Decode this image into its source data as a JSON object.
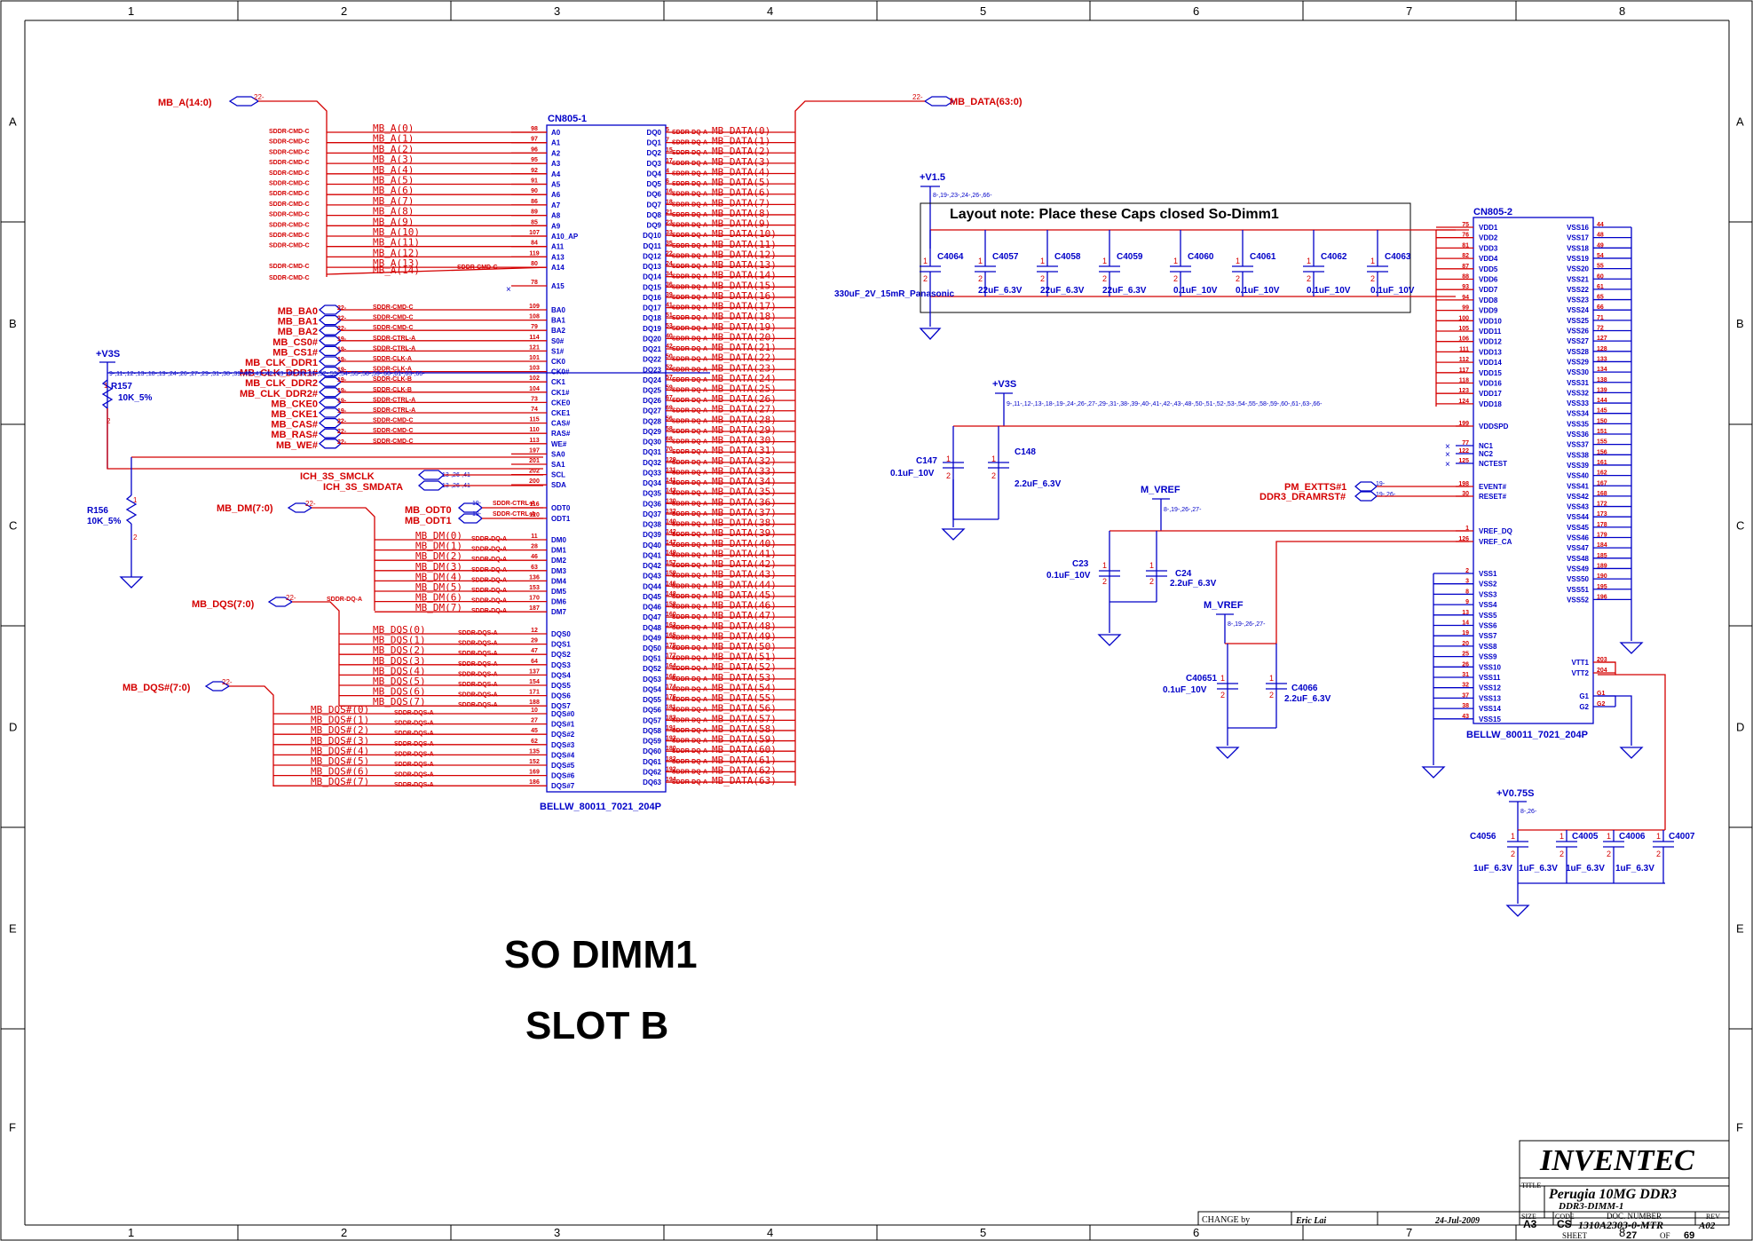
{
  "frame": {
    "columns": [
      "1",
      "2",
      "3",
      "4",
      "5",
      "6",
      "7",
      "8"
    ],
    "rows": [
      "A",
      "B",
      "C",
      "D",
      "E",
      "F"
    ]
  },
  "cn805_1": {
    "ref": "CN805-1",
    "part": "BELLW_80011_7021_204P",
    "left_pins": [
      {
        "num": "98",
        "name": "A0"
      },
      {
        "num": "97",
        "name": "A1"
      },
      {
        "num": "96",
        "name": "A2"
      },
      {
        "num": "95",
        "name": "A3"
      },
      {
        "num": "92",
        "name": "A4"
      },
      {
        "num": "91",
        "name": "A5"
      },
      {
        "num": "90",
        "name": "A6"
      },
      {
        "num": "86",
        "name": "A7"
      },
      {
        "num": "89",
        "name": "A8"
      },
      {
        "num": "85",
        "name": "A9"
      },
      {
        "num": "107",
        "name": "A10_AP"
      },
      {
        "num": "84",
        "name": "A11"
      },
      {
        "num": "119",
        "name": "A13"
      },
      {
        "num": "80",
        "name": "A14"
      },
      {
        "num": "78",
        "name": "A15"
      },
      {
        "num": "109",
        "name": "BA0"
      },
      {
        "num": "108",
        "name": "BA1"
      },
      {
        "num": "79",
        "name": "BA2"
      },
      {
        "num": "114",
        "name": "S0#"
      },
      {
        "num": "121",
        "name": "S1#"
      },
      {
        "num": "101",
        "name": "CK0"
      },
      {
        "num": "103",
        "name": "CK0#"
      },
      {
        "num": "102",
        "name": "CK1"
      },
      {
        "num": "104",
        "name": "CK1#"
      },
      {
        "num": "73",
        "name": "CKE0"
      },
      {
        "num": "74",
        "name": "CKE1"
      },
      {
        "num": "115",
        "name": "CAS#"
      },
      {
        "num": "110",
        "name": "RAS#"
      },
      {
        "num": "113",
        "name": "WE#"
      },
      {
        "num": "197",
        "name": "SA0"
      },
      {
        "num": "201",
        "name": "SA1"
      },
      {
        "num": "202",
        "name": "SCL"
      },
      {
        "num": "200",
        "name": "SDA"
      },
      {
        "num": "116",
        "name": "ODT0"
      },
      {
        "num": "120",
        "name": "ODT1"
      },
      {
        "num": "11",
        "name": "DM0"
      },
      {
        "num": "28",
        "name": "DM1"
      },
      {
        "num": "46",
        "name": "DM2"
      },
      {
        "num": "63",
        "name": "DM3"
      },
      {
        "num": "136",
        "name": "DM4"
      },
      {
        "num": "153",
        "name": "DM5"
      },
      {
        "num": "170",
        "name": "DM6"
      },
      {
        "num": "187",
        "name": "DM7"
      },
      {
        "num": "12",
        "name": "DQS0"
      },
      {
        "num": "29",
        "name": "DQS1"
      },
      {
        "num": "47",
        "name": "DQS2"
      },
      {
        "num": "64",
        "name": "DQS3"
      },
      {
        "num": "137",
        "name": "DQS4"
      },
      {
        "num": "154",
        "name": "DQS5"
      },
      {
        "num": "171",
        "name": "DQS6"
      },
      {
        "num": "188",
        "name": "DQS7"
      },
      {
        "num": "10",
        "name": "DQS#0"
      },
      {
        "num": "27",
        "name": "DQS#1"
      },
      {
        "num": "45",
        "name": "DQS#2"
      },
      {
        "num": "62",
        "name": "DQS#3"
      },
      {
        "num": "135",
        "name": "DQS#4"
      },
      {
        "num": "152",
        "name": "DQS#5"
      },
      {
        "num": "169",
        "name": "DQS#6"
      },
      {
        "num": "186",
        "name": "DQS#7"
      }
    ],
    "right_pins": [
      {
        "num": "5",
        "name": "DQ0"
      },
      {
        "num": "7",
        "name": "DQ1"
      },
      {
        "num": "15",
        "name": "DQ2"
      },
      {
        "num": "17",
        "name": "DQ3"
      },
      {
        "num": "4",
        "name": "DQ4"
      },
      {
        "num": "6",
        "name": "DQ5"
      },
      {
        "num": "16",
        "name": "DQ6"
      },
      {
        "num": "18",
        "name": "DQ7"
      },
      {
        "num": "21",
        "name": "DQ8"
      },
      {
        "num": "23",
        "name": "DQ9"
      },
      {
        "num": "33",
        "name": "DQ10"
      },
      {
        "num": "35",
        "name": "DQ11"
      },
      {
        "num": "22",
        "name": "DQ12"
      },
      {
        "num": "24",
        "name": "DQ13"
      },
      {
        "num": "34",
        "name": "DQ14"
      },
      {
        "num": "36",
        "name": "DQ15"
      },
      {
        "num": "39",
        "name": "DQ16"
      },
      {
        "num": "41",
        "name": "DQ17"
      },
      {
        "num": "51",
        "name": "DQ18"
      },
      {
        "num": "53",
        "name": "DQ19"
      },
      {
        "num": "40",
        "name": "DQ20"
      },
      {
        "num": "42",
        "name": "DQ21"
      },
      {
        "num": "50",
        "name": "DQ22"
      },
      {
        "num": "52",
        "name": "DQ23"
      },
      {
        "num": "57",
        "name": "DQ24"
      },
      {
        "num": "59",
        "name": "DQ25"
      },
      {
        "num": "67",
        "name": "DQ26"
      },
      {
        "num": "69",
        "name": "DQ27"
      },
      {
        "num": "56",
        "name": "DQ28"
      },
      {
        "num": "58",
        "name": "DQ29"
      },
      {
        "num": "68",
        "name": "DQ30"
      },
      {
        "num": "70",
        "name": "DQ31"
      },
      {
        "num": "129",
        "name": "DQ32"
      },
      {
        "num": "131",
        "name": "DQ33"
      },
      {
        "num": "141",
        "name": "DQ34"
      },
      {
        "num": "143",
        "name": "DQ35"
      },
      {
        "num": "130",
        "name": "DQ36"
      },
      {
        "num": "132",
        "name": "DQ37"
      },
      {
        "num": "140",
        "name": "DQ38"
      },
      {
        "num": "142",
        "name": "DQ39"
      },
      {
        "num": "147",
        "name": "DQ40"
      },
      {
        "num": "149",
        "name": "DQ41"
      },
      {
        "num": "157",
        "name": "DQ42"
      },
      {
        "num": "159",
        "name": "DQ43"
      },
      {
        "num": "146",
        "name": "DQ44"
      },
      {
        "num": "148",
        "name": "DQ45"
      },
      {
        "num": "158",
        "name": "DQ46"
      },
      {
        "num": "160",
        "name": "DQ47"
      },
      {
        "num": "163",
        "name": "DQ48"
      },
      {
        "num": "165",
        "name": "DQ49"
      },
      {
        "num": "175",
        "name": "DQ50"
      },
      {
        "num": "177",
        "name": "DQ51"
      },
      {
        "num": "164",
        "name": "DQ52"
      },
      {
        "num": "166",
        "name": "DQ53"
      },
      {
        "num": "174",
        "name": "DQ54"
      },
      {
        "num": "176",
        "name": "DQ55"
      },
      {
        "num": "181",
        "name": "DQ56"
      },
      {
        "num": "183",
        "name": "DQ57"
      },
      {
        "num": "191",
        "name": "DQ58"
      },
      {
        "num": "193",
        "name": "DQ59"
      },
      {
        "num": "180",
        "name": "DQ60"
      },
      {
        "num": "182",
        "name": "DQ61"
      },
      {
        "num": "192",
        "name": "DQ62"
      },
      {
        "num": "194",
        "name": "DQ63"
      }
    ],
    "addr_nets": [
      "MB_A(0)",
      "MB_A(1)",
      "MB_A(2)",
      "MB_A(3)",
      "MB_A(4)",
      "MB_A(5)",
      "MB_A(6)",
      "MB_A(7)",
      "MB_A(8)",
      "MB_A(9)",
      "MB_A(10)",
      "MB_A(11)",
      "MB_A(12)",
      "MB_A(13)",
      "MB_A(14)"
    ],
    "data_nets": [
      "MB_DATA(0)",
      "MB_DATA(1)",
      "MB_DATA(2)",
      "MB_DATA(3)",
      "MB_DATA(4)",
      "MB_DATA(5)",
      "MB_DATA(6)",
      "MB_DATA(7)",
      "MB_DATA(8)",
      "MB_DATA(9)",
      "MB_DATA(10)",
      "MB_DATA(11)",
      "MB_DATA(12)",
      "MB_DATA(13)",
      "MB_DATA(14)",
      "MB_DATA(15)",
      "MB_DATA(16)",
      "MB_DATA(17)",
      "MB_DATA(18)",
      "MB_DATA(19)",
      "MB_DATA(20)",
      "MB_DATA(21)",
      "MB_DATA(22)",
      "MB_DATA(23)",
      "MB_DATA(24)",
      "MB_DATA(25)",
      "MB_DATA(26)",
      "MB_DATA(27)",
      "MB_DATA(28)",
      "MB_DATA(29)",
      "MB_DATA(30)",
      "MB_DATA(31)",
      "MB_DATA(32)",
      "MB_DATA(33)",
      "MB_DATA(34)",
      "MB_DATA(35)",
      "MB_DATA(36)",
      "MB_DATA(37)",
      "MB_DATA(38)",
      "MB_DATA(39)",
      "MB_DATA(40)",
      "MB_DATA(41)",
      "MB_DATA(42)",
      "MB_DATA(43)",
      "MB_DATA(44)",
      "MB_DATA(45)",
      "MB_DATA(46)",
      "MB_DATA(47)",
      "MB_DATA(48)",
      "MB_DATA(49)",
      "MB_DATA(50)",
      "MB_DATA(51)",
      "MB_DATA(52)",
      "MB_DATA(53)",
      "MB_DATA(54)",
      "MB_DATA(55)",
      "MB_DATA(56)",
      "MB_DATA(57)",
      "MB_DATA(58)",
      "MB_DATA(59)",
      "MB_DATA(60)",
      "MB_DATA(61)",
      "MB_DATA(62)",
      "MB_DATA(63)"
    ],
    "dm_nets": [
      "MB_DM(0)",
      "MB_DM(1)",
      "MB_DM(2)",
      "MB_DM(3)",
      "MB_DM(4)",
      "MB_DM(5)",
      "MB_DM(6)",
      "MB_DM(7)"
    ],
    "dqs_nets": [
      "MB_DQS(0)",
      "MB_DQS(1)",
      "MB_DQS(2)",
      "MB_DQS(3)",
      "MB_DQS(4)",
      "MB_DQS(5)",
      "MB_DQS(6)",
      "MB_DQS(7)"
    ],
    "dqsn_nets": [
      "MB_DQS#(0)",
      "MB_DQS#(1)",
      "MB_DQS#(2)",
      "MB_DQS#(3)",
      "MB_DQS#(4)",
      "MB_DQS#(5)",
      "MB_DQS#(6)",
      "MB_DQS#(7)"
    ],
    "cmd_ports": [
      "MB_BA0",
      "MB_BA1",
      "MB_BA2",
      "MB_CS0#",
      "MB_CS1#",
      "MB_CLK_DDR1",
      "MB_CLK_DDR1#",
      "MB_CLK_DDR2",
      "MB_CLK_DDR2#",
      "MB_CKE0",
      "MB_CKE1",
      "MB_CAS#",
      "MB_RAS#",
      "MB_WE#"
    ],
    "cmd_refs": [
      "22-",
      "22-",
      "22-",
      "19-",
      "19-",
      "19-",
      "19-",
      "19-",
      "19-",
      "19-",
      "19-",
      "22-",
      "22-",
      "22-"
    ],
    "cmd_classes": [
      "SDDR-CMD-C",
      "SDDR-CMD-C",
      "SDDR-CMD-C",
      "SDDR-CTRL-A",
      "SDDR-CTRL-A",
      "SDDR-CLK-A",
      "SDDR-CLK-A",
      "SDDR-CLK-B",
      "SDDR-CLK-B",
      "SDDR-CTRL-A",
      "SDDR-CTRL-A",
      "SDDR-CMD-C",
      "SDDR-CMD-C",
      "SDDR-CMD-C"
    ],
    "class_cmd": "SDDR-CMD-C",
    "class_dq": "SDDR-DQ-A",
    "class_dqs": "SDDR-DQS-A",
    "class_ctrl": "SDDR-CTRL-A"
  },
  "buses": {
    "addr": {
      "name": "MB_A(14:0)",
      "ref": "22-"
    },
    "data": {
      "name": "MB_DATA(63:0)",
      "ref": "22-"
    },
    "dm": {
      "name": "MB_DM(7:0)",
      "ref": "22-"
    },
    "dqs": {
      "name": "MB_DQS(7:0)",
      "ref": "22-"
    },
    "dqsn": {
      "name": "MB_DQS#(7:0)",
      "ref": "22-"
    },
    "smclk": {
      "name": "ICH_3S_SMCLK",
      "ref": "13-,26-,41-"
    },
    "smdata": {
      "name": "ICH_3S_SMDATA",
      "ref": "13-,26-,41-"
    },
    "odt0": {
      "name": "MB_ODT0",
      "ref": "19-"
    },
    "odt1": {
      "name": "MB_ODT1",
      "ref": "19-"
    }
  },
  "v3s_left": {
    "name": "+V3S",
    "ref": "9-,11-,12-,13-,18-,19-,24-,26-,27-,29-,31-,38-,39-,40-,41-,42-,43-,48-,50-,51-,52-,53-,54-,55-,58-,59-,60-,61-,63-,66-"
  },
  "r157": {
    "ref": "R157",
    "val": "10K_5%",
    "p1": "1",
    "p2": "2"
  },
  "r156": {
    "ref": "R156",
    "val": "10K_5%",
    "p1": "1",
    "p2": "2"
  },
  "v15": {
    "name": "+V1.5",
    "ref": "8-,19-,23-,24-,26-,66-"
  },
  "layout_note": "Layout note: Place these Caps closed So-Dimm1",
  "caps_top": [
    {
      "ref": "C4064",
      "val": "330uF_2V_15mR_Panasonic"
    },
    {
      "ref": "C4057",
      "val": "22uF_6.3V"
    },
    {
      "ref": "C4058",
      "val": "22uF_6.3V"
    },
    {
      "ref": "C4059",
      "val": "22uF_6.3V"
    },
    {
      "ref": "C4060",
      "val": "0.1uF_10V"
    },
    {
      "ref": "C4061",
      "val": "0.1uF_10V"
    },
    {
      "ref": "C4062",
      "val": "0.1uF_10V"
    },
    {
      "ref": "C4063",
      "val": "0.1uF_10V"
    }
  ],
  "v3s_mid": {
    "name": "+V3S",
    "ref": "9-,11-,12-,13-,18-,19-,24-,26-,27-,29-,31-,38-,39-,40-,41-,42-,43-,48-,50-,51-,52-,53-,54-,55-,58-,59-,60-,61-,63-,66-"
  },
  "c147": {
    "ref": "C147",
    "val": "0.1uF_10V"
  },
  "c148": {
    "ref": "C148",
    "val": "2.2uF_6.3V"
  },
  "mvref1": {
    "name": "M_VREF",
    "ref": "8-,19-,26-,27-"
  },
  "c23": {
    "ref": "C23",
    "val": "0.1uF_10V"
  },
  "c24": {
    "ref": "C24",
    "val": "2.2uF_6.3V"
  },
  "mvref2": {
    "name": "M_VREF",
    "ref": "8-,19-,26-,27-"
  },
  "c40651": {
    "ref": "C40651",
    "val": "0.1uF_10V"
  },
  "c4066": {
    "ref": "C4066",
    "val": "2.2uF_6.3V"
  },
  "pm_extts": {
    "name": "PM_EXTTS#1",
    "ref": "19-"
  },
  "dramrst": {
    "name": "DDR3_DRAMRST#",
    "ref": "19-,26-"
  },
  "cn805_2": {
    "ref": "CN805-2",
    "part": "BELLW_80011_7021_204P",
    "vdd": [
      {
        "num": "75",
        "name": "VDD1"
      },
      {
        "num": "76",
        "name": "VDD2"
      },
      {
        "num": "81",
        "name": "VDD3"
      },
      {
        "num": "82",
        "name": "VDD4"
      },
      {
        "num": "87",
        "name": "VDD5"
      },
      {
        "num": "88",
        "name": "VDD6"
      },
      {
        "num": "93",
        "name": "VDD7"
      },
      {
        "num": "94",
        "name": "VDD8"
      },
      {
        "num": "99",
        "name": "VDD9"
      },
      {
        "num": "100",
        "name": "VDD10"
      },
      {
        "num": "105",
        "name": "VDD11"
      },
      {
        "num": "106",
        "name": "VDD12"
      },
      {
        "num": "111",
        "name": "VDD13"
      },
      {
        "num": "112",
        "name": "VDD14"
      },
      {
        "num": "117",
        "name": "VDD15"
      },
      {
        "num": "118",
        "name": "VDD16"
      },
      {
        "num": "123",
        "name": "VDD17"
      },
      {
        "num": "124",
        "name": "VDD18"
      }
    ],
    "misc": [
      {
        "num": "199",
        "name": "VDDSPD"
      },
      {
        "num": "77",
        "name": "NC1"
      },
      {
        "num": "122",
        "name": "NC2"
      },
      {
        "num": "125",
        "name": "NCTEST"
      },
      {
        "num": "198",
        "name": "EVENT#"
      },
      {
        "num": "30",
        "name": "RESET#"
      },
      {
        "num": "1",
        "name": "VREF_DQ"
      },
      {
        "num": "126",
        "name": "VREF_CA"
      }
    ],
    "vss_left": [
      {
        "num": "2",
        "name": "VSS1"
      },
      {
        "num": "3",
        "name": "VSS2"
      },
      {
        "num": "8",
        "name": "VSS3"
      },
      {
        "num": "9",
        "name": "VSS4"
      },
      {
        "num": "13",
        "name": "VSS5"
      },
      {
        "num": "14",
        "name": "VSS6"
      },
      {
        "num": "19",
        "name": "VSS7"
      },
      {
        "num": "20",
        "name": "VSS8"
      },
      {
        "num": "25",
        "name": "VSS9"
      },
      {
        "num": "26",
        "name": "VSS10"
      },
      {
        "num": "31",
        "name": "VSS11"
      },
      {
        "num": "32",
        "name": "VSS12"
      },
      {
        "num": "37",
        "name": "VSS13"
      },
      {
        "num": "38",
        "name": "VSS14"
      },
      {
        "num": "43",
        "name": "VSS15"
      }
    ],
    "vss_right": [
      {
        "num": "44",
        "name": "VSS16"
      },
      {
        "num": "48",
        "name": "VSS17"
      },
      {
        "num": "49",
        "name": "VSS18"
      },
      {
        "num": "54",
        "name": "VSS19"
      },
      {
        "num": "55",
        "name": "VSS20"
      },
      {
        "num": "60",
        "name": "VSS21"
      },
      {
        "num": "61",
        "name": "VSS22"
      },
      {
        "num": "65",
        "name": "VSS23"
      },
      {
        "num": "66",
        "name": "VSS24"
      },
      {
        "num": "71",
        "name": "VSS25"
      },
      {
        "num": "72",
        "name": "VSS26"
      },
      {
        "num": "127",
        "name": "VSS27"
      },
      {
        "num": "128",
        "name": "VSS28"
      },
      {
        "num": "133",
        "name": "VSS29"
      },
      {
        "num": "134",
        "name": "VSS30"
      },
      {
        "num": "138",
        "name": "VSS31"
      },
      {
        "num": "139",
        "name": "VSS32"
      },
      {
        "num": "144",
        "name": "VSS33"
      },
      {
        "num": "145",
        "name": "VSS34"
      },
      {
        "num": "150",
        "name": "VSS35"
      },
      {
        "num": "151",
        "name": "VSS36"
      },
      {
        "num": "155",
        "name": "VSS37"
      },
      {
        "num": "156",
        "name": "VSS38"
      },
      {
        "num": "161",
        "name": "VSS39"
      },
      {
        "num": "162",
        "name": "VSS40"
      },
      {
        "num": "167",
        "name": "VSS41"
      },
      {
        "num": "168",
        "name": "VSS42"
      },
      {
        "num": "172",
        "name": "VSS43"
      },
      {
        "num": "173",
        "name": "VSS44"
      },
      {
        "num": "178",
        "name": "VSS45"
      },
      {
        "num": "179",
        "name": "VSS46"
      },
      {
        "num": "184",
        "name": "VSS47"
      },
      {
        "num": "185",
        "name": "VSS48"
      },
      {
        "num": "189",
        "name": "VSS49"
      },
      {
        "num": "190",
        "name": "VSS50"
      },
      {
        "num": "195",
        "name": "VSS51"
      },
      {
        "num": "196",
        "name": "VSS52"
      }
    ],
    "vtt_g": [
      {
        "num": "203",
        "name": "VTT1"
      },
      {
        "num": "204",
        "name": "VTT2"
      },
      {
        "num": "G1",
        "name": "G1"
      },
      {
        "num": "G2",
        "name": "G2"
      }
    ]
  },
  "v075": {
    "name": "+V0.75S",
    "ref": "8-,26-"
  },
  "caps_vtt": [
    {
      "ref": "C4056",
      "val": "1uF_6.3V"
    },
    {
      "ref": "C4005",
      "val": "1uF_6.3V"
    },
    {
      "ref": "C4006",
      "val": "1uF_6.3V"
    },
    {
      "ref": "C4007",
      "val": "1uF_6.3V"
    }
  ],
  "cap_pin1": "1",
  "cap_pin2": "2",
  "big_title1": "SO DIMM1",
  "big_title2": "SLOT B",
  "title_block": {
    "company": "INVENTEC",
    "title_label": "TITLE",
    "title": "Perugia 10MG DDR3",
    "subtitle": "DDR3-DIMM-1",
    "size_label": "SIZE",
    "size": "A3",
    "code_label": "CODE",
    "code": "CS",
    "doc_label": "DOC. NUMBER",
    "doc": "1310A2303-0-MTR",
    "rev_label": "REV",
    "rev": "A02",
    "sheet_label": "SHEET",
    "sheet": "27",
    "of_label": "OF",
    "total": "69",
    "change_label": "CHANGE by",
    "change_by": "Eric Lai",
    "date": "24-Jul-2009"
  },
  "colors": {
    "net": "#d40000",
    "part": "#0000c8",
    "frame": "#000000"
  }
}
